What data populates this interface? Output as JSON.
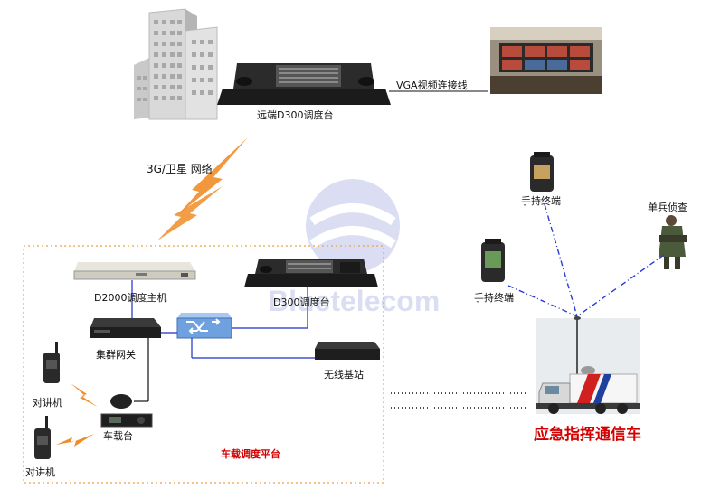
{
  "labels": {
    "remote_console": "远端D300调度台",
    "vga_link": "VGA视频连接线",
    "network": "3G/卫星 网络",
    "handheld_1": "手持终端",
    "handheld_2": "手持终端",
    "soldier": "单兵侦查",
    "d2000": "D2000调度主机",
    "d300": "D300调度台",
    "cluster_gateway": "集群网关",
    "wireless_bs": "无线基站",
    "walkie_1": "对讲机",
    "walkie_2": "对讲机",
    "vehicle_radio": "车载台",
    "platform": "车载调度平台",
    "command_vehicle": "应急指挥通信车"
  },
  "watermark": "Bluetelecom",
  "colors": {
    "red": "#d40000",
    "blue_line": "#1f2fc8",
    "dash_blue": "#2a3bd6",
    "orange": "#f08c28",
    "dashed_box": "#f0a040"
  }
}
